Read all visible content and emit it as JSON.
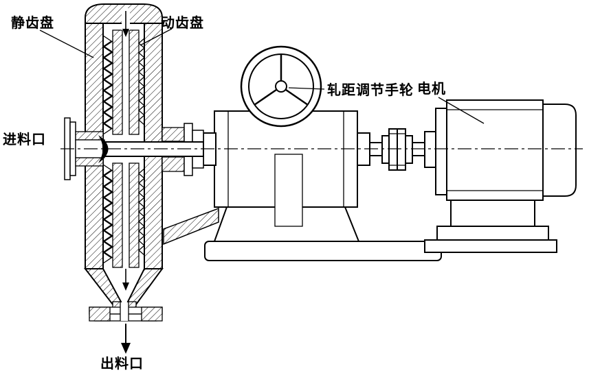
{
  "diagram": {
    "type": "technical-line-drawing",
    "subject": "tooth-disc mill with gap adjusting handwheel and motor",
    "labels": {
      "static_disc": "静齿盘",
      "moving_disc": "动齿盘",
      "inlet": "进料口",
      "gap_handwheel": "轧距调节手轮",
      "motor": "电机",
      "outlet": "出料口"
    },
    "colors": {
      "line": "#000000",
      "background": "#ffffff"
    }
  }
}
